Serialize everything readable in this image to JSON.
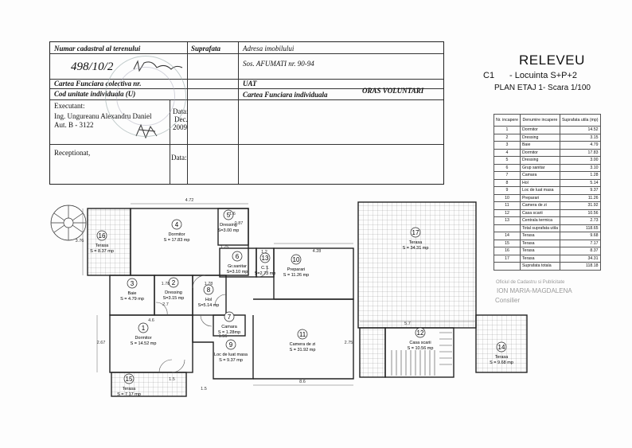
{
  "header": {
    "cadastral_label": "Numar cadastral al terenului",
    "cadastral_value": "498/10/2",
    "surface_label": "Suprafata",
    "address_label": "Adresa imobilului",
    "address_value": "Sos. AFUMATI nr. 90-94",
    "cf_collective": "Cartea Funciara colectiva nr.",
    "uat_label": "UAT",
    "uat_value": "ORAS VOLUNTARI",
    "unit_code": "Cod unitate individuala (U)",
    "cf_individual": "Cartea Funciara individuala",
    "executant_label": "Executant:",
    "executant_name": "Ing. Ungureanu Alexandru Daniel",
    "executant_auth": "Aut. B - 3122",
    "date_label": "Data:",
    "date_month": "Dec.",
    "date_year": "2009",
    "receptionat_label": "Receptionat,",
    "date2_label": "Data:"
  },
  "title_block": {
    "title": "RELEVEU",
    "code": "C1",
    "type": "- Locuinta S+P+2",
    "plan": "PLAN ETAJ 1- Scara 1/100"
  },
  "rooms_table": {
    "headers": [
      "Nr. incapere",
      "Denumire incapere",
      "Suprafata utila (mp)"
    ],
    "rows": [
      [
        "1",
        "Dormitor",
        "14.52"
      ],
      [
        "2",
        "Dressing",
        "3.15"
      ],
      [
        "3",
        "Baie",
        "4.79"
      ],
      [
        "4",
        "Dormitor",
        "17.83"
      ],
      [
        "5",
        "Dressing",
        "3.00"
      ],
      [
        "6",
        "Grup sanitar",
        "3.10"
      ],
      [
        "7",
        "Camara",
        "1.28"
      ],
      [
        "8",
        "Hol",
        "5.14"
      ],
      [
        "9",
        "Loc de luat masa",
        "9.37"
      ],
      [
        "10",
        "Preparari",
        "11.26"
      ],
      [
        "11",
        "Camera de zi",
        "31.92"
      ],
      [
        "12",
        "Casa scarii",
        "10.56"
      ],
      [
        "13",
        "Centrala termica",
        "2.73"
      ]
    ],
    "total_useful": [
      "",
      "Total suprafata utila",
      "118.65"
    ],
    "terrace_rows": [
      [
        "14",
        "Terasa",
        "9.68"
      ],
      [
        "15",
        "Terasa",
        "7.17"
      ],
      [
        "16",
        "Terasa",
        "8.37"
      ],
      [
        "17",
        "Terasa",
        "34.31"
      ]
    ],
    "total": [
      "",
      "Suprafata totala",
      "118.18"
    ]
  },
  "plan": {
    "rooms": [
      {
        "num": "16",
        "name": "Terasa",
        "area": "S = 8.37 mp"
      },
      {
        "num": "4",
        "name": "Dormitor",
        "area": "S = 17.83 mp"
      },
      {
        "num": "5",
        "name": "Dressing",
        "area": "S=3.00 mp"
      },
      {
        "num": "6",
        "name": "Gr.sanitar",
        "area": "S=3.10 mp"
      },
      {
        "num": "13",
        "name": "C.T.",
        "area": "S=2.73 mp"
      },
      {
        "num": "10",
        "name": "Preparari",
        "area": "S = 11.26 mp"
      },
      {
        "num": "17",
        "name": "Terasa",
        "area": "S = 34.31 mp"
      },
      {
        "num": "3",
        "name": "Baie",
        "area": "S = 4.79 mp"
      },
      {
        "num": "2",
        "name": "Dressing",
        "area": "S=3.15 mp"
      },
      {
        "num": "8",
        "name": "Hol",
        "area": "S=5.14 mp"
      },
      {
        "num": "7",
        "name": "Camara",
        "area": "S = 1.28mp"
      },
      {
        "num": "1",
        "name": "Dormitor",
        "area": "S = 14.52 mp"
      },
      {
        "num": "11",
        "name": "Camera de zi",
        "area": "S = 31.92 mp"
      },
      {
        "num": "9",
        "name": "Loc de luat masa",
        "area": "S = 9.37 mp"
      },
      {
        "num": "12",
        "name": "Casa scarii",
        "area": "S = 10.56 mp"
      },
      {
        "num": "14",
        "name": "Terasa",
        "area": "S = 9.68 mp"
      },
      {
        "num": "15",
        "name": "Terasa",
        "area": "S = 7.17 mp"
      }
    ],
    "dims": [
      "4.72",
      "1.6",
      "3.76",
      "1.75",
      "1.2",
      "4.28",
      "1.78",
      "2.7",
      "4.6",
      "1.56",
      "2.67",
      "5.7",
      "2.75",
      "8.6",
      "1.5",
      "1.78",
      "0.87",
      "1.5"
    ]
  },
  "stamp_text": {
    "office": "Oficiul de Cadastru si Publicitate",
    "name": "ION MARIA-MAGDALENA",
    "role": "Consilier"
  }
}
